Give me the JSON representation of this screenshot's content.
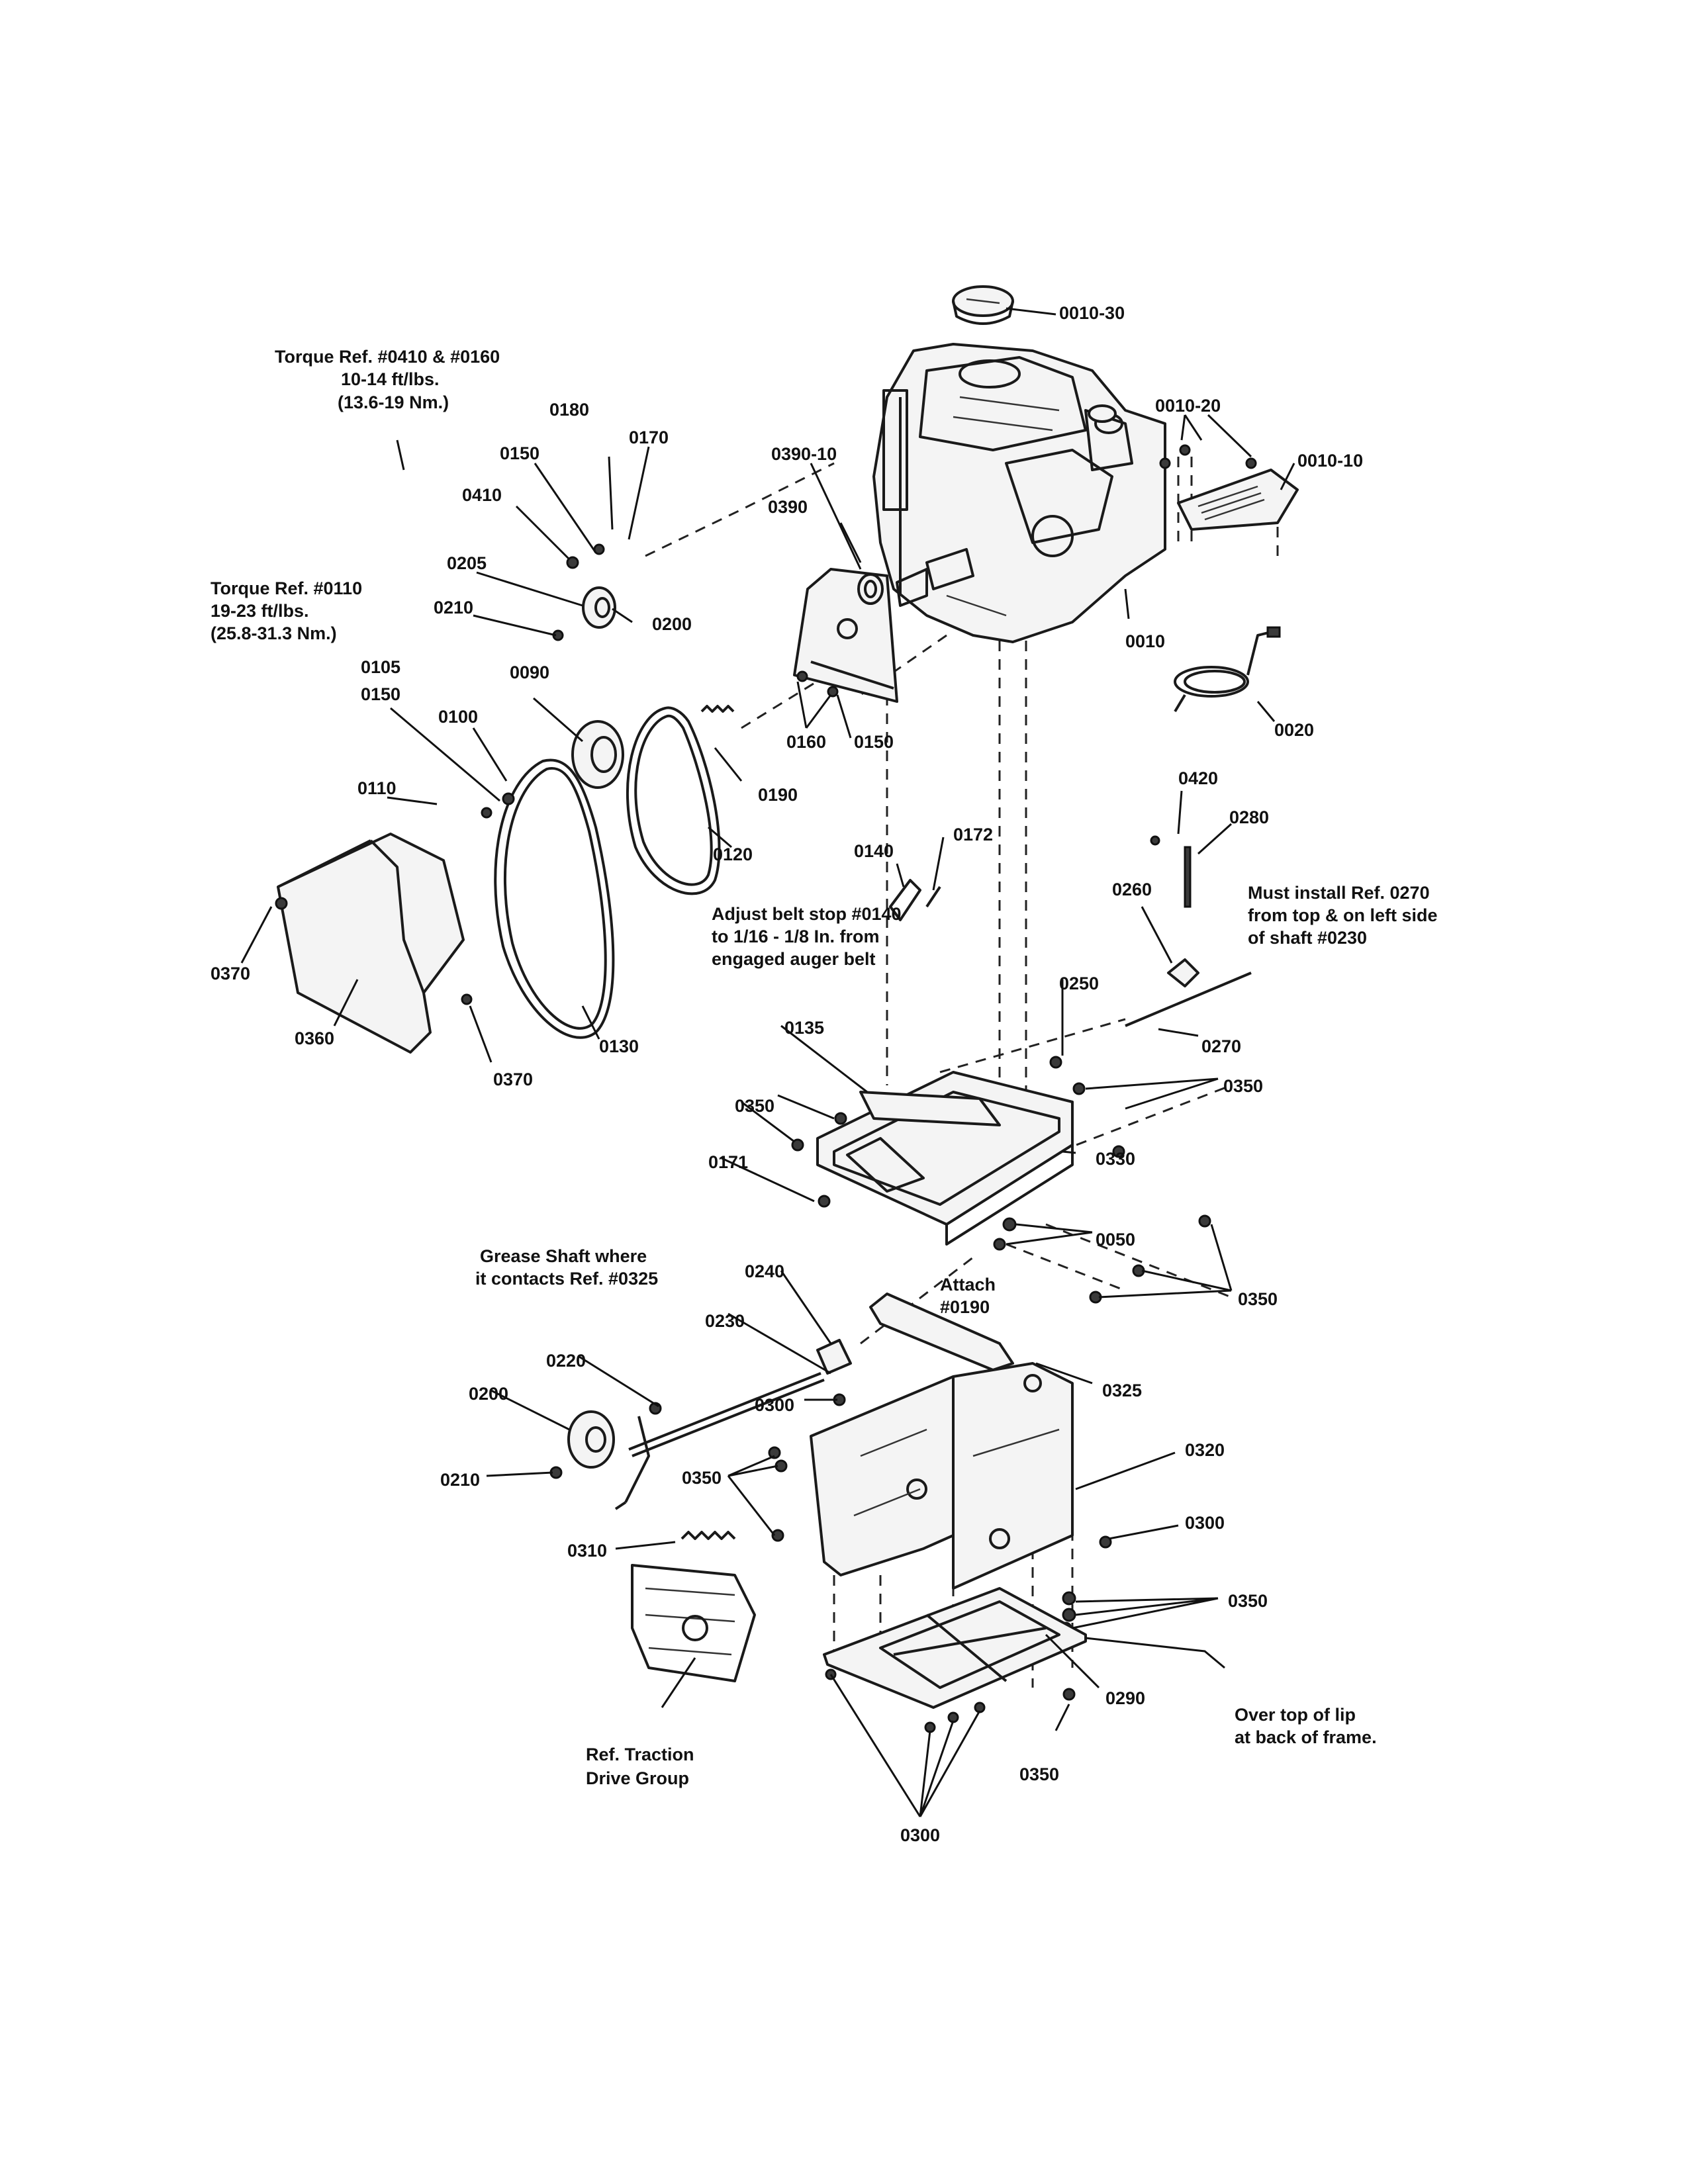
{
  "labels": {
    "p0010_30": "0010-30",
    "p0010_20": "0010-20",
    "p0010_10": "0010-10",
    "p0010": "0010",
    "p0020": "0020",
    "p0390_10": "0390-10",
    "p0390": "0390",
    "p0160a": "0160",
    "p0150a": "0150",
    "p0180": "0180",
    "p0170": "0170",
    "p0150b": "0150",
    "p0410": "0410",
    "p0205": "0205",
    "p0210a": "0210",
    "p0200a": "0200",
    "p0090": "0090",
    "p0105": "0105",
    "p0150c": "0150",
    "p0100": "0100",
    "p0110": "0110",
    "p0190": "0190",
    "p0120": "0120",
    "p0130": "0130",
    "p0360": "0360",
    "p0370a": "0370",
    "p0370b": "0370",
    "p0140": "0140",
    "p0172": "0172",
    "p0420": "0420",
    "p0280": "0280",
    "p0260": "0260",
    "p0270": "0270",
    "p0250": "0250",
    "p0135": "0135",
    "p0350a": "0350",
    "p0350b": "0350",
    "p0330": "0330",
    "p0171": "0171",
    "p0050": "0050",
    "p0350c": "0350",
    "p0240": "0240",
    "p0230": "0230",
    "p0220": "0220",
    "p0200b": "0200",
    "p0210b": "0210",
    "p0300a": "0300",
    "p0350d": "0350",
    "p0310": "0310",
    "p0325": "0325",
    "p0320": "0320",
    "p0300b": "0300",
    "p0350e": "0350",
    "p0290": "0290",
    "p0350f": "0350",
    "p0300c": "0300"
  },
  "notes": {
    "torque_0410_l1": "Torque Ref. #0410 & #0160",
    "torque_0410_l2": "10-14 ft/lbs.",
    "torque_0410_l3": "(13.6-19 Nm.)",
    "torque_0110_l1": "Torque Ref. #0110",
    "torque_0110_l2": "19-23 ft/lbs.",
    "torque_0110_l3": "(25.8-31.3 Nm.)",
    "belt_stop_l1": "Adjust belt stop #0140",
    "belt_stop_l2": "to 1/16 - 1/8 In. from",
    "belt_stop_l3": "engaged auger belt",
    "install_0270_l1": "Must install Ref. 0270",
    "install_0270_l2": "from top & on left side",
    "install_0270_l3": "of shaft #0230",
    "attach_l1": "Attach",
    "attach_l2": "#0190",
    "grease_l1": "Grease Shaft where",
    "grease_l2": "it contacts Ref. #0325",
    "traction_l1": "Ref. Traction",
    "traction_l2": "Drive Group",
    "lip_l1": "Over top of lip",
    "lip_l2": "at back of frame."
  }
}
